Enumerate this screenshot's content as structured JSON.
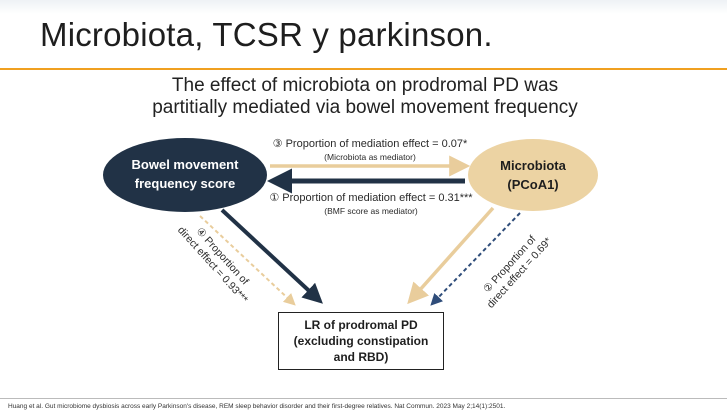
{
  "slide": {
    "title": "Microbiota, TCSR y parkinson.",
    "headline_line1": "The effect of microbiota on prodromal PD was",
    "headline_line2": "partitially mediated via bowel movement frequency"
  },
  "nodes": {
    "bmf_line1": "Bowel movement",
    "bmf_line2": "frequency score",
    "microbiota_line1": "Microbiota",
    "microbiota_line2": "(PCoA1)",
    "outcome_line1": "LR of prodromal PD",
    "outcome_line2": "(excluding constipation",
    "outcome_line3": "and RBD)"
  },
  "edges": {
    "e3_label": "③ Proportion of mediation effect = 0.07*",
    "e3_sub": "(Microbiota as mediator)",
    "e1_label": "① Proportion of mediation effect = 0.31***",
    "e1_sub": "(BMF score as mediator)",
    "e4_line1": "④ Proportion of",
    "e4_line2": "direct effect = 0.93***",
    "e2_line1": "② Proportion of",
    "e2_line2": "direct effect = 0.69*"
  },
  "citation": "Huang et al. Gut microbiome dysbiosis across early Parkinson's disease, REM sleep behavior disorder and their first-degree relatives. Nat Commun. 2023 May 2;14(1):2501.",
  "colors": {
    "navy": "#213246",
    "tan": "#ecd3a3",
    "tan_arrow": "#e9cd9c",
    "accent_rule": "#f0a020"
  }
}
